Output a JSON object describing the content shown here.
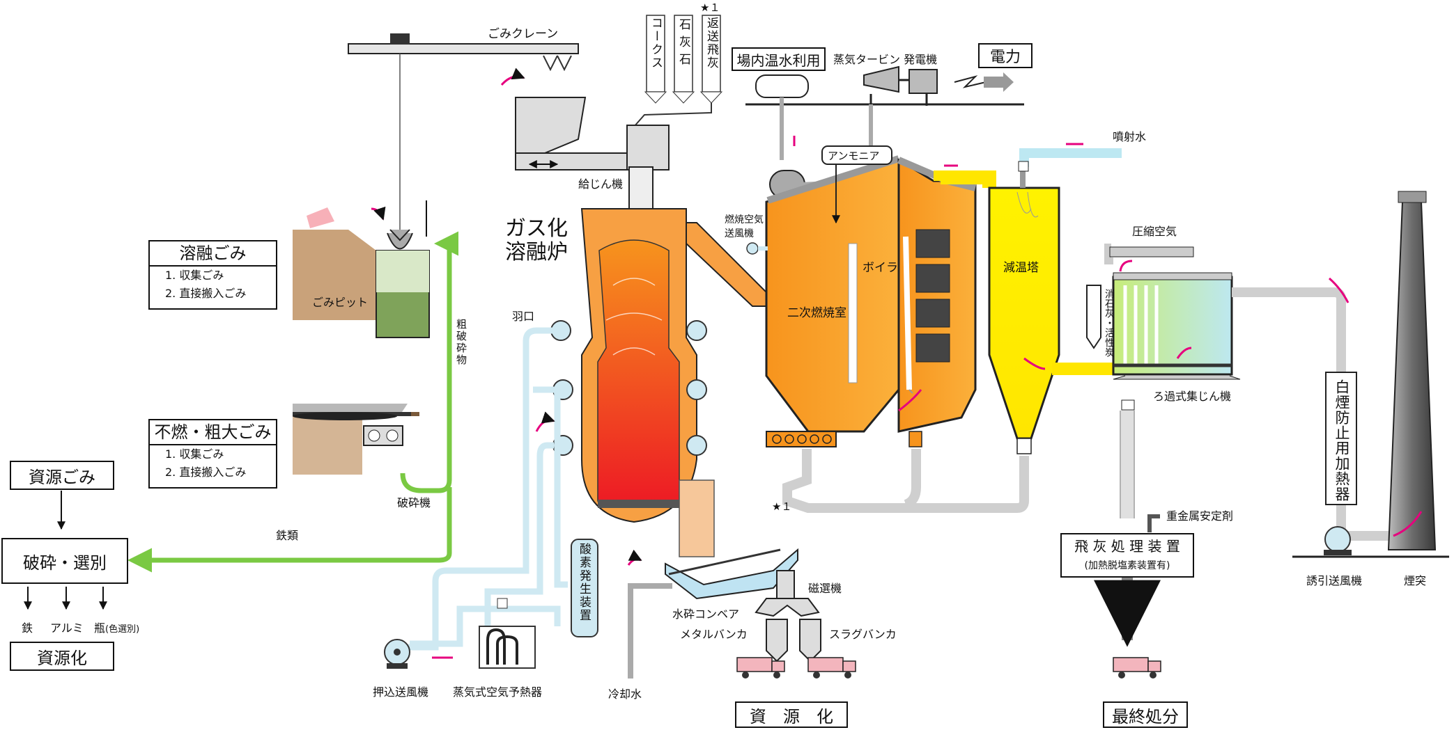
{
  "labels": {
    "crane": "ごみクレーン",
    "star_in": "★１",
    "coke": "コークス",
    "lime": "石灰石",
    "return_ash": "返送飛灰",
    "onsite_hot_water": "場内温水利用",
    "turbine_gen": "蒸気タービン 発電機",
    "power": "電力",
    "feeder": "給じん機",
    "ammonia": "アンモニア",
    "spray_water": "噴射水",
    "gasifier": "ガス化\n溶融炉",
    "combustion_fan": "燃焼空気\n送風機",
    "secondary_chamber": "二次燃焼室",
    "boiler": "ボイラ",
    "cooling_tower": "減温塔",
    "compressed_air": "圧縮空気",
    "slaked_lime_carbon": "消石灰・活性炭",
    "bag_filter": "ろ過式集じん機",
    "white_smoke_heater": "白煙防止用加熱器",
    "tuyere": "羽口",
    "garbage_pit": "ごみピット",
    "coarse_crushed": "粗破砕物",
    "crusher": "破砕機",
    "iron": "鉄類",
    "star_out": "★１",
    "oxygen_gen": "酸素発生装置",
    "water_conveyor": "水砕コンベア",
    "magnet_sep": "磁選機",
    "metal_bunker": "メタルバンカ",
    "slag_bunker": "スラグバンカ",
    "cooling_water": "冷却水",
    "push_fan": "押込送風機",
    "steam_preheater": "蒸気式空気予熱器",
    "heavy_metal_agent": "重金属安定剤",
    "induced_fan": "誘引送風機",
    "chimney": "煙突"
  },
  "boxes": {
    "melt_waste": {
      "title": "溶融ごみ",
      "items": [
        "1. 収集ごみ",
        "2. 直接搬入ごみ"
      ]
    },
    "bulky_waste": {
      "title": "不燃・粗大ごみ",
      "items": [
        "1. 収集ごみ",
        "2. 直接搬入ごみ"
      ]
    },
    "resource_waste": "資源ごみ",
    "crush_sort": "破砕・選別",
    "recycle_left": "資源化",
    "recycle_center": "資　源　化",
    "fly_ash": {
      "title": "飛 灰 処 理 装 置",
      "sub": "(加熱脱塩素装置有)"
    },
    "final_disposal": "最終処分"
  },
  "outputs": {
    "iron": "鉄",
    "aluminum": "アルミ",
    "bottle": "瓶",
    "bottle_note": "(色選別)"
  },
  "colors": {
    "green_line": "#7ac943",
    "pipe_blue": "#cfe9f2",
    "furnace_orange": "#f7941d",
    "furnace_red": "#ed1c24",
    "boiler_orange": "#f7a81b",
    "tower_yellow": "#ffe600",
    "magenta_arrow": "#e6007e",
    "dirt": "#c9a27a",
    "gray_steel": "#bfbfbf"
  }
}
